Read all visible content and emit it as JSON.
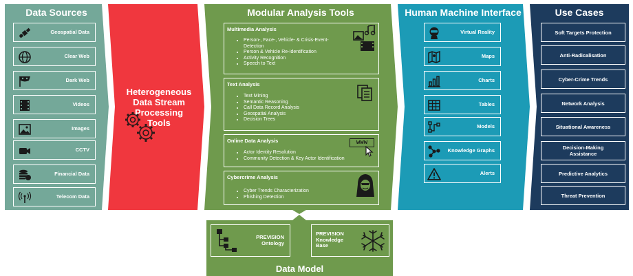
{
  "data_sources": {
    "title": "Data Sources",
    "items": [
      {
        "label": "Geospatial Data",
        "icon": "satellite-icon"
      },
      {
        "label": "Clear Web",
        "icon": "globe-icon"
      },
      {
        "label": "Dark Web",
        "icon": "mask-icon"
      },
      {
        "label": "Videos",
        "icon": "film-icon"
      },
      {
        "label": "Images",
        "icon": "image-icon"
      },
      {
        "label": "CCTV",
        "icon": "camera-icon"
      },
      {
        "label": "Financial Data",
        "icon": "coins-icon"
      },
      {
        "label": "Telecom Data",
        "icon": "antenna-icon"
      }
    ]
  },
  "processing": {
    "line1": "Heterogeneous",
    "line2": "Data Stream",
    "line3": "Processing",
    "line4": "Tools"
  },
  "modular": {
    "title": "Modular Analysis Tools",
    "groups": [
      {
        "title": "Multimedia Analysis",
        "items": [
          "Person-, Face-, Vehicle- & Crisis-Event-",
          "Detection",
          "Person & Vehicle Re-Identification",
          "Activity Recognition",
          "Speech to Text"
        ]
      },
      {
        "title": "Text Analysis",
        "items": [
          "Text Mining",
          "Semantic Reasoning",
          "Call Data Record Analysis",
          "Geospatial Analysis",
          "Decision Trees"
        ]
      },
      {
        "title": "Online Data Analysis",
        "items": [
          "Actor Identity Resolution",
          "Community Detection & Key Actor Identification"
        ]
      },
      {
        "title": "Cybercrime Analysis",
        "items": [
          "Cyber Trends Characterization",
          "Phishing Detection"
        ]
      }
    ],
    "www_label": "www"
  },
  "hmi": {
    "title": "Human Machine Interface",
    "items": [
      {
        "label": "Virtual Reality",
        "icon": "vr-headset-icon"
      },
      {
        "label": "Maps",
        "icon": "map-icon"
      },
      {
        "label": "Charts",
        "icon": "bar-chart-icon"
      },
      {
        "label": "Tables",
        "icon": "table-icon"
      },
      {
        "label": "Models",
        "icon": "model-icon"
      },
      {
        "label": "Knowledge Graphs",
        "icon": "graph-icon"
      },
      {
        "label": "Alerts",
        "icon": "alert-icon"
      }
    ]
  },
  "use_cases": {
    "title": "Use Cases",
    "items": [
      {
        "line1": "Soft Targets Protection",
        "line2": ""
      },
      {
        "line1": "Anti-Radicalisation",
        "line2": ""
      },
      {
        "line1": "Cyber-Crime Trends",
        "line2": ""
      },
      {
        "line1": "Network Analysis",
        "line2": ""
      },
      {
        "line1": "Situational Awareness",
        "line2": ""
      },
      {
        "line1": "Decision-Making",
        "line2": "Assistance"
      },
      {
        "line1": "Predictive Analytics",
        "line2": ""
      },
      {
        "line1": "Threat Prevention",
        "line2": ""
      }
    ]
  },
  "data_model": {
    "title": "Data Model",
    "ontology_line1": "PREVISION",
    "ontology_line2": "Ontology",
    "kb_line1": "PREVISION",
    "kb_line2": "Knowledge",
    "kb_line3": "Base"
  },
  "colors": {
    "teal": "#74a899",
    "red": "#f0373e",
    "green": "#6f9a4d",
    "cyan": "#1c9bb6",
    "navy": "#1d3b5d"
  }
}
